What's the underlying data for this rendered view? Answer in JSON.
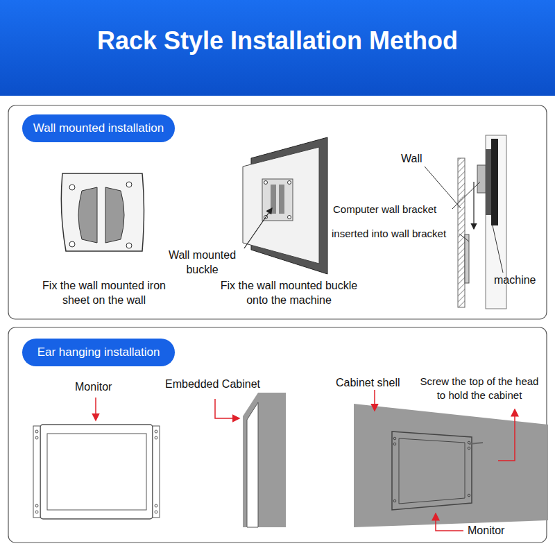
{
  "diagram": {
    "title": "Rack Style Installation Method",
    "nodes": [
      {
        "text": [
          "Wall mounted installation"
        ]
      },
      {
        "text": [
          "Ear hanging installation"
        ]
      }
    ],
    "labels": [
      "Fix the wall mounted iron sheet on the wall",
      "Wall mounted buckle",
      "Fix the wall mounted buckle onto the machine",
      "Wall",
      "Computer wall bracket",
      "inserted into wall bracket",
      "machine",
      "Monitor",
      "Embedded Cabinet",
      "Cabinet shell",
      "Screw the top of the head to hold the cabinet",
      "Monitor"
    ]
  }
}
